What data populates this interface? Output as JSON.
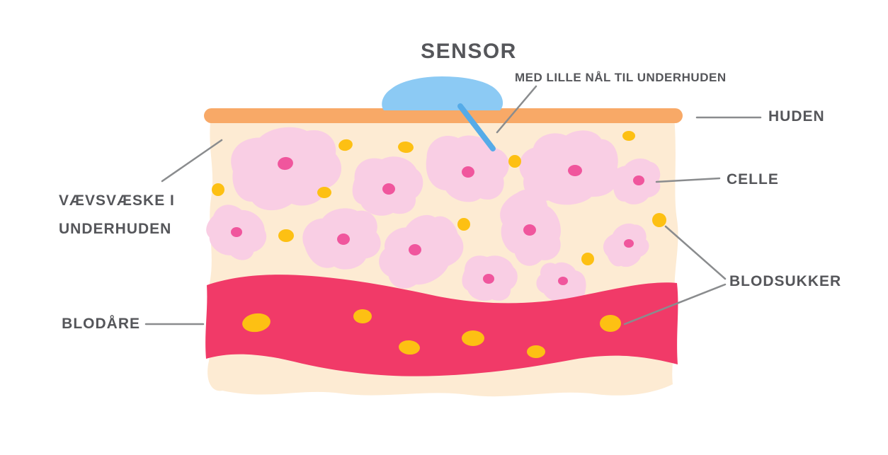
{
  "diagram": {
    "title": "SENSOR",
    "subtitle": "MED LILLE NÅL TIL UNDERHUDEN",
    "labels": {
      "skin": "HUDEN",
      "cell": "CELLE",
      "blood_sugar": "BLODSUKKER",
      "blood_vessel": "BLODÅRE",
      "tissue_fluid_line1": "VÆVSVÆSKE I",
      "tissue_fluid_line2": "UNDERHUDEN"
    },
    "colors": {
      "label_text": "#55565a",
      "pointer_line": "#8a8c8e",
      "skin_layer": "#f8a967",
      "tissue": "#fdebd3",
      "cell_body": "#f9cee4",
      "cell_nucleus": "#f0569d",
      "glucose": "#fdc013",
      "blood_vessel": "#f13a68",
      "sensor_body": "#8ccaf4",
      "sensor_needle": "#55abe8"
    }
  }
}
